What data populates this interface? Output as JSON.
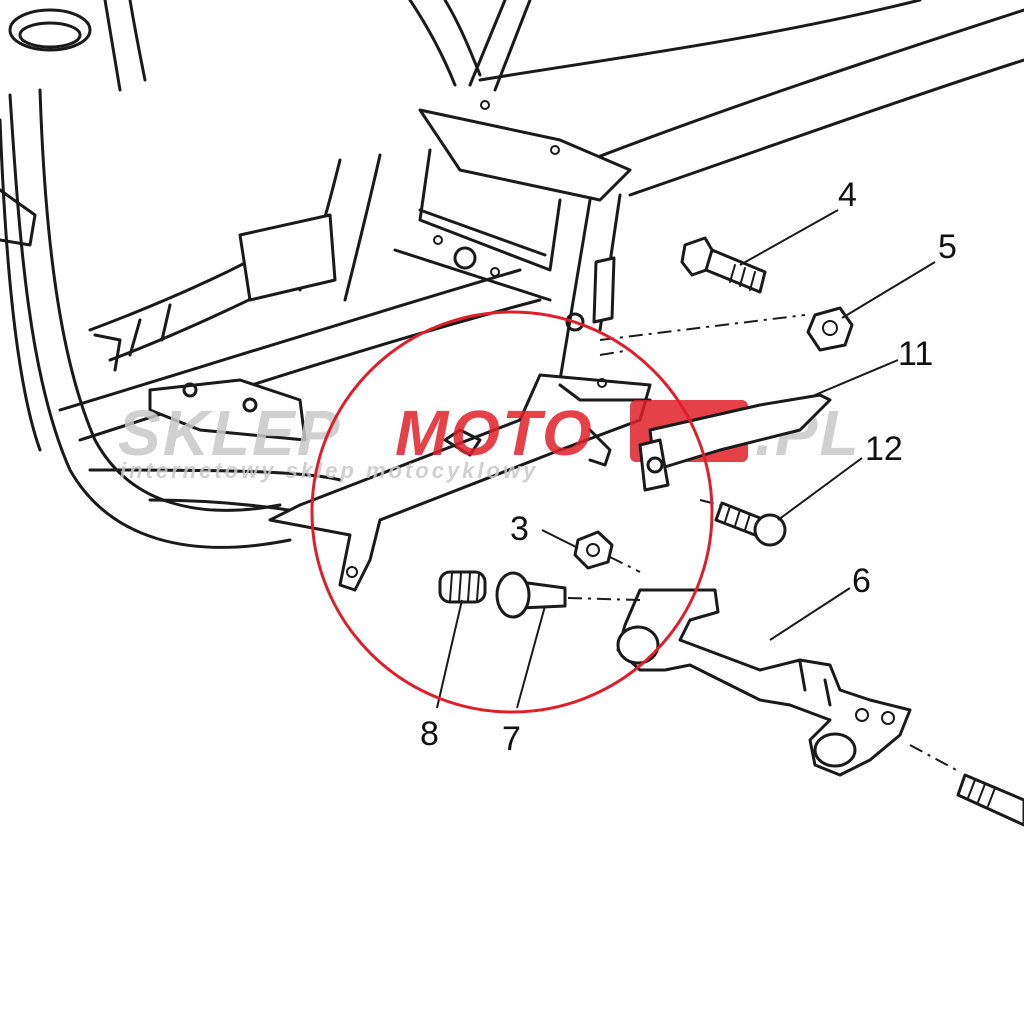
{
  "watermark": {
    "brand_left": "SKLEP",
    "brand_right": "MOTO",
    "brand_suffix": ".PL",
    "tagline": "internetowy sklep motocyklowy",
    "colors": {
      "grey": "#c8c8c8",
      "red": "#e0202a"
    }
  },
  "highlight": {
    "color": "#e01e2a"
  },
  "parts": [
    {
      "key": "p3",
      "label": "3",
      "name": "nut"
    },
    {
      "key": "p4",
      "label": "4",
      "name": "bolt"
    },
    {
      "key": "p5",
      "label": "5",
      "name": "nut"
    },
    {
      "key": "p6",
      "label": "6",
      "name": "main-stand"
    },
    {
      "key": "p7",
      "label": "7",
      "name": "shaft"
    },
    {
      "key": "p8",
      "label": "8",
      "name": "spring"
    },
    {
      "key": "p11",
      "label": "11",
      "name": "bracket"
    },
    {
      "key": "p12",
      "label": "12",
      "name": "bolt"
    }
  ]
}
